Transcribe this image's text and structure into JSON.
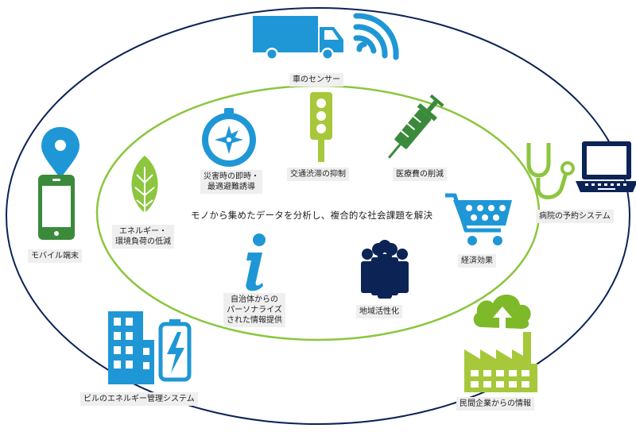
{
  "center_text": "モノから集めたデータを分析し、複合的な社会課題を解決",
  "inner_items": {
    "disaster": "災害時の即時・\n最適避難誘導",
    "traffic": "交通渋滞の抑制",
    "medical": "医療費の削減",
    "energy": "エネルギー・\n環境負荷の低減",
    "economy": "経済効果",
    "personalized": "自治体からの\nパーソナライズ\nされた情報提供",
    "community": "地域活性化"
  },
  "outer_items": {
    "car_sensor": "車のセンサー",
    "mobile": "モバイル端末",
    "hospital": "病院の予約システム",
    "building": "ビルのエネルギー管理システム",
    "enterprise": "民間企業からの情報"
  },
  "colors": {
    "outer_ellipse": "#0c2356",
    "inner_ellipse": "#8cc63f",
    "blue_icon": "#1f97d6",
    "green_icon": "#7db928",
    "navy_icon": "#0c2356",
    "lime_icon": "#a6c83a",
    "label_bg": "#efefef"
  },
  "icons": {
    "car_sensor": "truck-wifi-icon",
    "mobile": "phone-location-icon",
    "hospital": "stethoscope-laptop-icon",
    "building": "building-battery-icon",
    "enterprise": "factory-cloud-icon",
    "disaster": "compass-icon",
    "traffic": "traffic-light-icon",
    "medical": "syringe-icon",
    "energy": "leaf-icon",
    "economy": "shopping-cart-icon",
    "personalized": "info-icon",
    "community": "people-icon"
  }
}
